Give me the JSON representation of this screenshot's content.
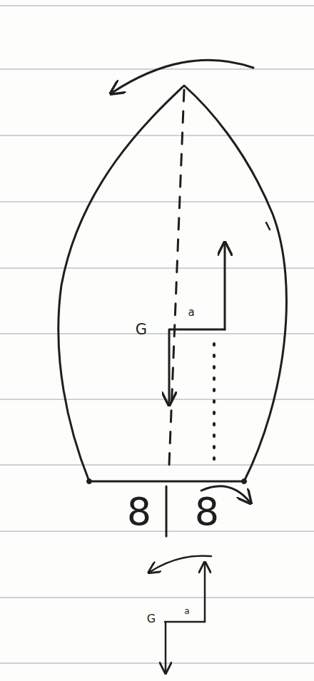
{
  "diagram": {
    "labels": [
      "G",
      "a",
      "8",
      "8",
      "G",
      "a"
    ]
  }
}
